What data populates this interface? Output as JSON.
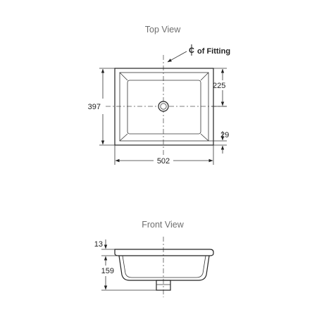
{
  "top_view": {
    "title": "Top View",
    "centerline_symbol": "C",
    "centerline_label": "of Fitting",
    "dim_depth_to_centre": "225",
    "dim_overall_depth": "397",
    "dim_rear_edge": "29",
    "dim_overall_width": "502"
  },
  "front_view": {
    "title": "Front View",
    "dim_rim_height": "13",
    "dim_bowl_depth": "159"
  }
}
